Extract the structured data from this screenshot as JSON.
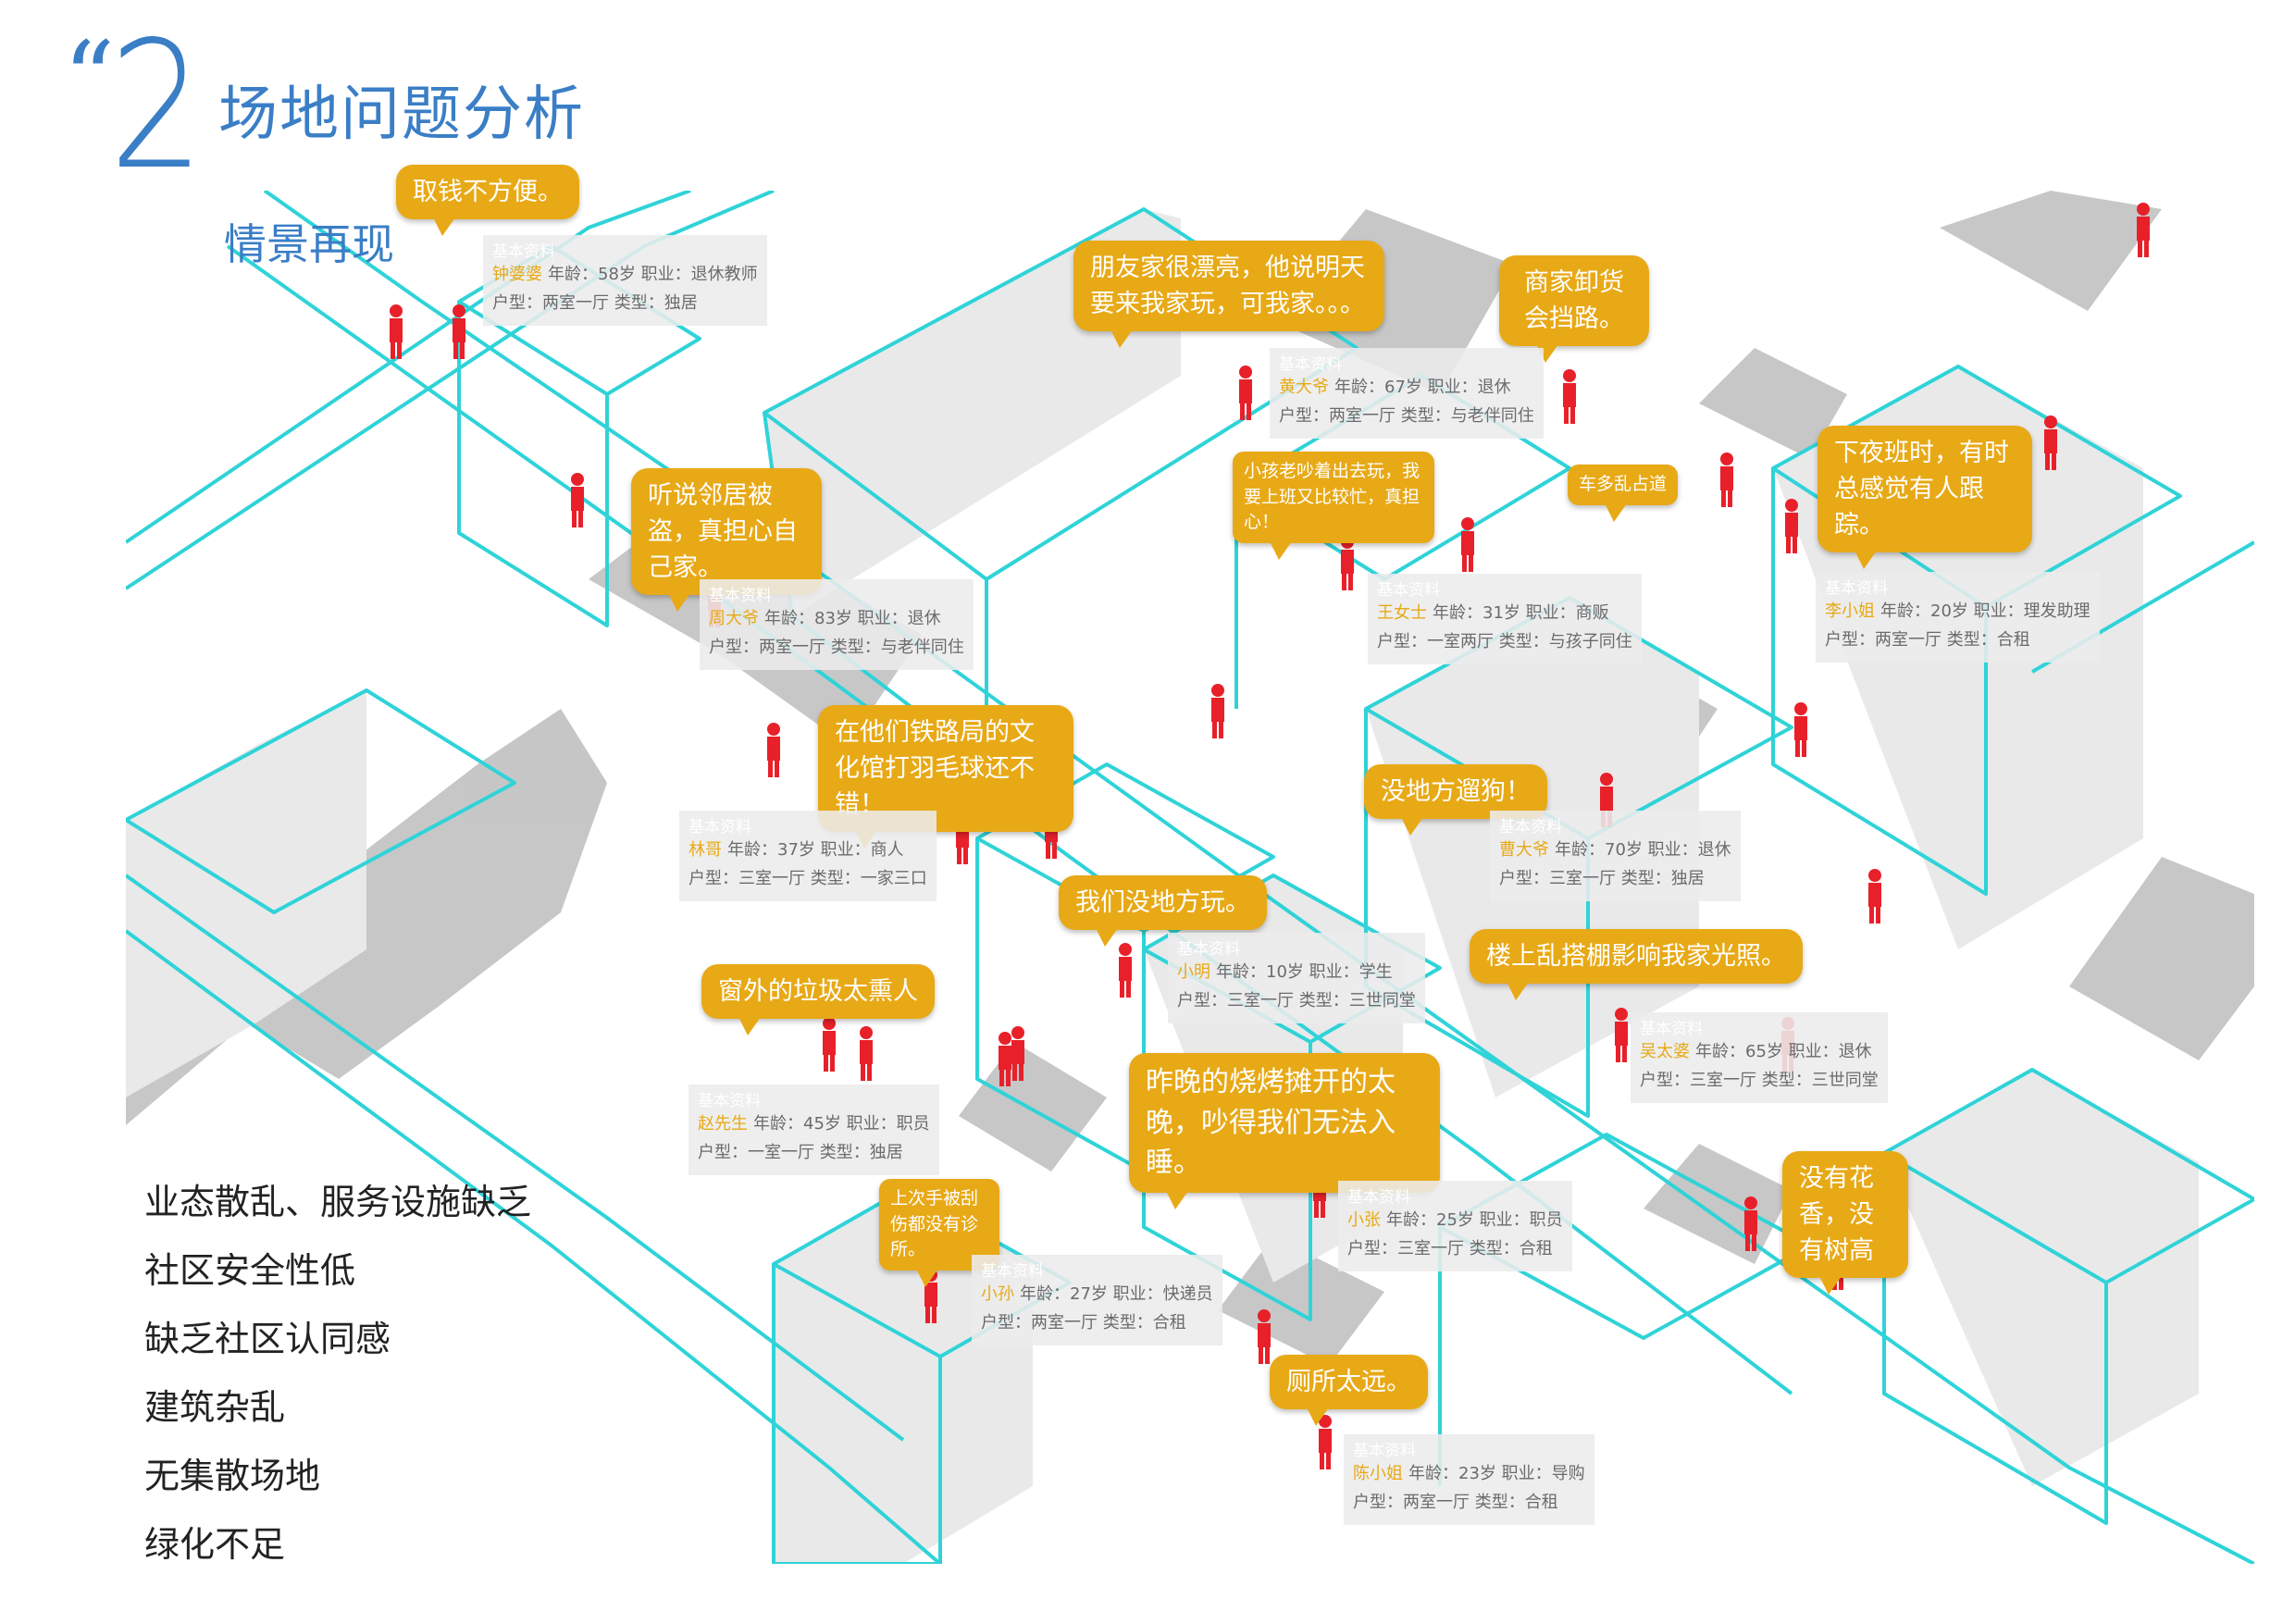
{
  "header": {
    "quote": "“",
    "number": "2",
    "title": "场地问题分析"
  },
  "subtitle": "情景再现",
  "colors": {
    "accent": "#3a7ec6",
    "building_outline": "#2fd3d8",
    "bubble": "#e8a916",
    "figure": "#e8202a",
    "shadow": "#b4b4b4"
  },
  "bubbles": [
    "取钱不方便。",
    "朋友家很漂亮，他说明天要来我家玩，可我家。。。",
    "商家卸货会挡路。",
    "听说邻居被盗，真担心自己家。",
    "小孩老吵着出去玩，我要上班又比较忙，真担心！",
    "车多乱占道",
    "下夜班时，有时总感觉有人跟踪。",
    "在他们铁路局的文化馆打羽毛球还不错！",
    "没地方遛狗！",
    "我们没地方玩。",
    "楼上乱搭棚影响我家光照。",
    "窗外的垃圾太熏人",
    "昨晚的烧烤摊开的太晚，吵得我们无法入睡。",
    "没有花香，没有树高",
    "上次手被刮伤都没有诊所。",
    "厕所太远。"
  ],
  "card_header": "基本资料",
  "cards": [
    {
      "name": "钟婆婆",
      "line1": "年龄：58岁  职业：退休教师",
      "line2": "户型：两室一厅  类型：独居"
    },
    {
      "name": "黄大爷",
      "line1": "年龄：67岁  职业：退休",
      "line2": "户型：两室一厅  类型：与老伴同住"
    },
    {
      "name": "周大爷",
      "line1": "年龄：83岁  职业：退休",
      "line2": "户型：两室一厅  类型：与老伴同住"
    },
    {
      "name": "王女士",
      "line1": "年龄：31岁  职业：商贩",
      "line2": "户型：一室两厅  类型：与孩子同住"
    },
    {
      "name": "李小姐",
      "line1": "年龄：20岁  职业：理发助理",
      "line2": "户型：两室一厅  类型：合租"
    },
    {
      "name": "林哥",
      "line1": "年龄：37岁  职业：商人",
      "line2": "户型：三室一厅  类型：一家三口"
    },
    {
      "name": "曹大爷",
      "line1": "年龄：70岁  职业：退休",
      "line2": "户型：三室一厅  类型：独居"
    },
    {
      "name": "小明",
      "line1": "年龄：10岁  职业：学生",
      "line2": "户型：三室一厅  类型：三世同堂"
    },
    {
      "name": "吴太婆",
      "line1": "年龄：65岁  职业：退休",
      "line2": "户型：三室一厅  类型：三世同堂"
    },
    {
      "name": "赵先生",
      "line1": "年龄：45岁  职业：职员",
      "line2": "户型：一室一厅  类型：独居"
    },
    {
      "name": "小张",
      "line1": "年龄：25岁  职业：职员",
      "line2": "户型：三室一厅  类型：合租"
    },
    {
      "name": "小孙",
      "line1": "年龄：27岁  职业：快递员",
      "line2": "户型：两室一厅  类型：合租"
    },
    {
      "name": "陈小姐",
      "line1": "年龄：23岁  职业：导购",
      "line2": "户型：两室一厅  类型：合租"
    }
  ],
  "issues": [
    "业态散乱、服务设施缺乏",
    "社区安全性低",
    "缺乏社区认同感",
    "建筑杂乱",
    "无集散场地",
    "绿化不足"
  ]
}
